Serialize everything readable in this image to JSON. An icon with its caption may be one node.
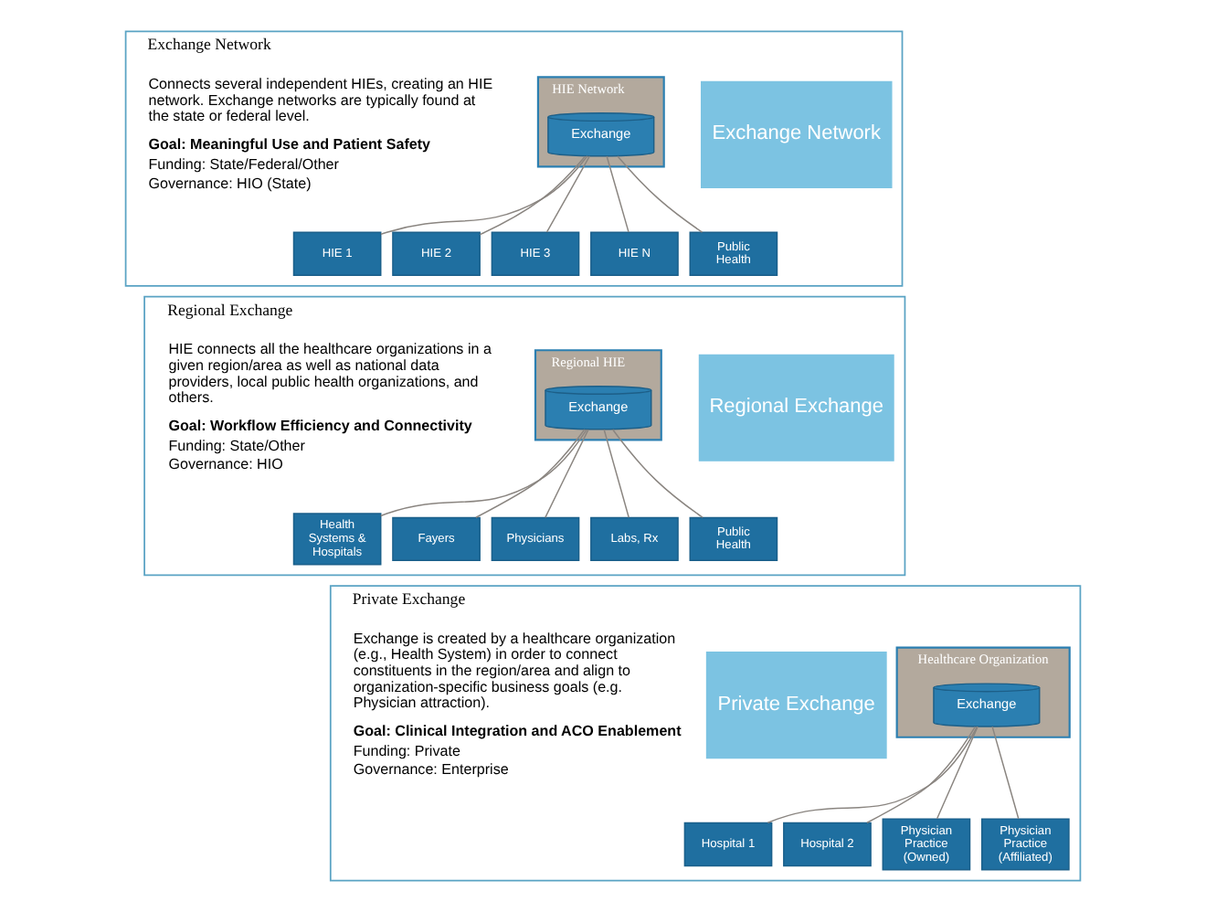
{
  "diagram": {
    "nodes": [
      {
        "text": [
          "Exchange Network"
        ]
      },
      {
        "text": [
          "Exchange Network"
        ],
        "in": 0
      },
      {
        "text": [
          "HIE Network"
        ],
        "in": 0
      },
      {
        "text": [
          "Exchange"
        ],
        "in": 2
      },
      {
        "text": [
          "HIE 1"
        ],
        "in": 0
      },
      {
        "text": [
          "HIE 2"
        ],
        "in": 0
      },
      {
        "text": [
          "HIE 3"
        ],
        "in": 0
      },
      {
        "text": [
          "HIE N"
        ],
        "in": 0
      },
      {
        "text": [
          "Public Health"
        ],
        "in": 0
      },
      {
        "text": [
          "Regional Exchange"
        ]
      },
      {
        "text": [
          "Regional Exchange"
        ],
        "in": 9
      },
      {
        "text": [
          "Regional HIE"
        ],
        "in": 9
      },
      {
        "text": [
          "Exchange"
        ],
        "in": 11
      },
      {
        "text": [
          "Health Systems & Hospitals"
        ],
        "in": 9
      },
      {
        "text": [
          "Fayers"
        ],
        "in": 9
      },
      {
        "text": [
          "Physicians"
        ],
        "in": 9
      },
      {
        "text": [
          "Labs, Rx"
        ],
        "in": 9
      },
      {
        "text": [
          "Public Health"
        ],
        "in": 9
      },
      {
        "text": [
          "Private Exchange"
        ]
      },
      {
        "text": [
          "Private Exchange"
        ],
        "in": 18
      },
      {
        "text": [
          "Healthcare Organization"
        ],
        "in": 18
      },
      {
        "text": [
          "Exchange"
        ],
        "in": 20
      },
      {
        "text": [
          "Hospital 1"
        ],
        "in": 18
      },
      {
        "text": [
          "Hospital 2"
        ],
        "in": 18
      },
      {
        "text": [
          "Physician Practice (Owned)"
        ],
        "in": 18
      },
      {
        "text": [
          "Physician Practice (Affiliated)"
        ],
        "in": 18
      }
    ],
    "edges": [
      {
        "from": 3,
        "to": 4,
        "arrow": "none"
      },
      {
        "from": 3,
        "to": 5,
        "arrow": "none"
      },
      {
        "from": 3,
        "to": 6,
        "arrow": "none"
      },
      {
        "from": 3,
        "to": 7,
        "arrow": "none"
      },
      {
        "from": 3,
        "to": 8,
        "arrow": "none"
      },
      {
        "from": 12,
        "to": 13,
        "arrow": "none"
      },
      {
        "from": 12,
        "to": 14,
        "arrow": "none"
      },
      {
        "from": 12,
        "to": 15,
        "arrow": "none"
      },
      {
        "from": 12,
        "to": 16,
        "arrow": "none"
      },
      {
        "from": 12,
        "to": 17,
        "arrow": "none"
      },
      {
        "from": 21,
        "to": 22,
        "arrow": "none"
      },
      {
        "from": 21,
        "to": 23,
        "arrow": "none"
      },
      {
        "from": 21,
        "to": 24,
        "arrow": "none"
      },
      {
        "from": 21,
        "to": 25,
        "arrow": "none"
      }
    ],
    "labels": [
      "Connects several independent HIEs, creating an HIE network. Exchange networks are typically found at the state or federal level.",
      "Goal: Meaningful Use and Patient Safety",
      "Funding: State/Federal/Other",
      "Governance: HIO (State)",
      "HIE connects all the healthcare organizations in a given region/area as well as national data providers, local public health organizations, and others.",
      "Goal: Workflow Efficiency and Connectivity",
      "Funding: State/Other",
      "Governance: HIO",
      "Exchange is created by a healthcare organization (e.g., Health System) in order to connect constituents in the region/area and align to organization-specific business goals (e.g. Physician attraction).",
      "Goal: Clinical Integration and ACO Enablement",
      "Funding: Private",
      "Governance: Enterprise"
    ]
  }
}
